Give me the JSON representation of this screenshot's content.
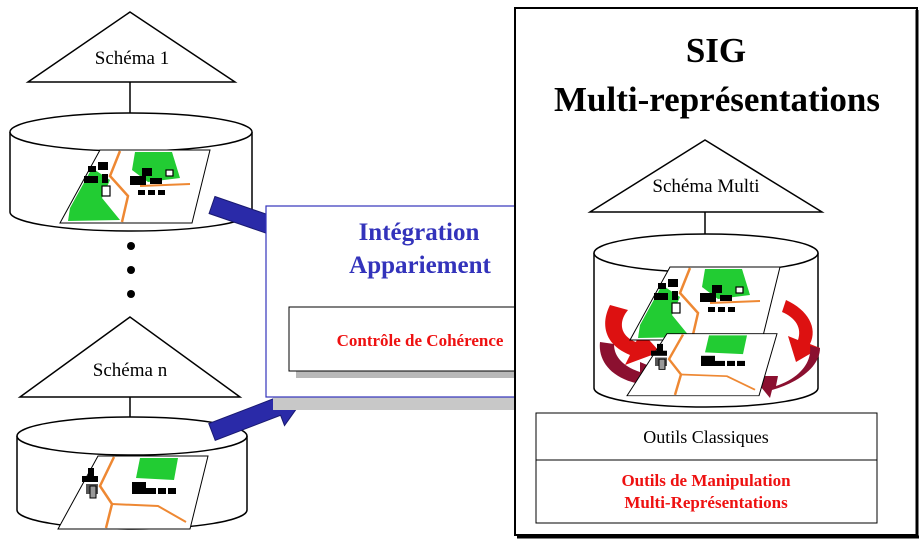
{
  "left": {
    "schema_top": "Schéma 1",
    "schema_bottom": "Schéma n"
  },
  "middle": {
    "integration_line1": "Intégration",
    "integration_line2": "Appariement",
    "coherence_label": "Contrôle de Cohérence"
  },
  "right": {
    "title_line1": "SIG",
    "title_line2": "Multi-représentations",
    "schema_multi": "Schéma Multi",
    "tools_classic": "Outils Classiques",
    "tools_multi_line1": "Outils de Manipulation",
    "tools_multi_line2": "Multi-Représentations"
  },
  "colors": {
    "integration_text": "#3333bb",
    "red_text": "#ee1111",
    "arrow_blue": "#2a2aa8",
    "map_green": "#22cc33",
    "map_road": "#ee8833",
    "cycle_red": "#dd1111",
    "cycle_dark": "#8b1030"
  }
}
